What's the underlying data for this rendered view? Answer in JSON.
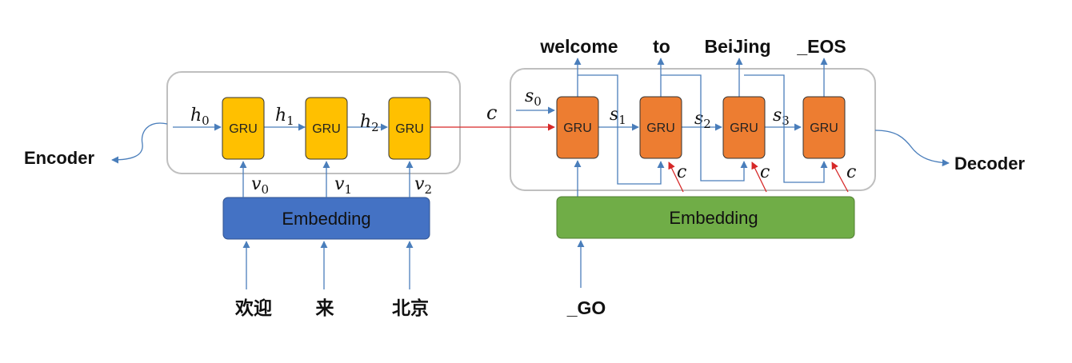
{
  "encoder": {
    "side_label": "Encoder",
    "cells": [
      {
        "label": "GRU",
        "state": "h",
        "state_sub": "0",
        "input": "v",
        "input_sub": "0",
        "word": "欢迎"
      },
      {
        "label": "GRU",
        "state": "h",
        "state_sub": "1",
        "input": "v",
        "input_sub": "1",
        "word": "来"
      },
      {
        "label": "GRU",
        "state": "h",
        "state_sub": "2",
        "input": "v",
        "input_sub": "2",
        "word": "北京"
      }
    ],
    "embedding_label": "Embedding"
  },
  "context_label": "c",
  "decoder": {
    "side_label": "Decoder",
    "cells": [
      {
        "label": "GRU",
        "state": "s",
        "state_sub": "0",
        "output": "welcome"
      },
      {
        "label": "GRU",
        "state": "s",
        "state_sub": "1",
        "output": "to",
        "context": "c"
      },
      {
        "label": "GRU",
        "state": "s",
        "state_sub": "2",
        "output": "BeiJing",
        "context": "c"
      },
      {
        "label": "GRU",
        "state": "s",
        "state_sub": "3",
        "output": "_EOS",
        "context": "c"
      }
    ],
    "embedding_label": "Embedding",
    "start_token": "_GO"
  },
  "colors": {
    "encoder_cell": "#FFC000",
    "decoder_cell": "#ED7D31",
    "encoder_embedding": "#4472C4",
    "decoder_embedding": "#70AD47",
    "arrow_blue": "#4A7EBB",
    "arrow_red": "#D62828",
    "container_border": "#BFBFBF"
  }
}
